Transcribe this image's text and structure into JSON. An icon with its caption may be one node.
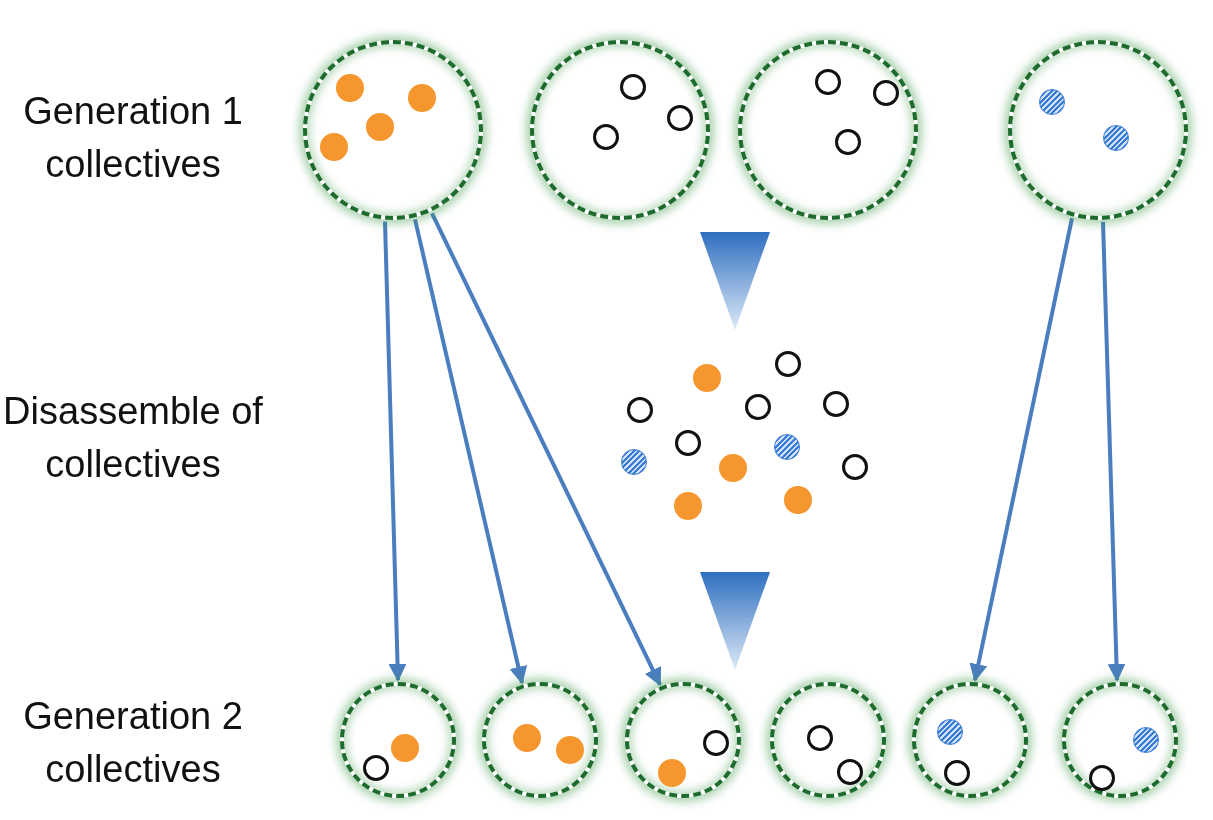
{
  "diagram": {
    "nodes": [
      {
        "text": [],
        "shape": "circle"
      },
      {
        "text": [],
        "shape": "circle"
      },
      {
        "text": [],
        "shape": "circle"
      },
      {
        "text": [],
        "shape": "circle"
      },
      {
        "text": [],
        "shape": "circle"
      },
      {
        "text": [],
        "shape": "circle"
      },
      {
        "text": [],
        "shape": "circle"
      },
      {
        "text": [],
        "shape": "circle"
      },
      {
        "text": [],
        "shape": "circle"
      },
      {
        "text": [],
        "shape": "circle"
      }
    ],
    "edges": [
      {
        "from": 0,
        "to": 4,
        "arrow": "to"
      },
      {
        "from": 0,
        "to": 5,
        "arrow": "to"
      },
      {
        "from": 0,
        "to": 6,
        "arrow": "to"
      },
      {
        "from": 3,
        "to": 8,
        "arrow": "to"
      },
      {
        "from": 3,
        "to": 9,
        "arrow": "to"
      }
    ],
    "labels": [
      "Generation 1 collectives",
      "Disassemble of collectives",
      "Generation 2 collectives"
    ]
  }
}
